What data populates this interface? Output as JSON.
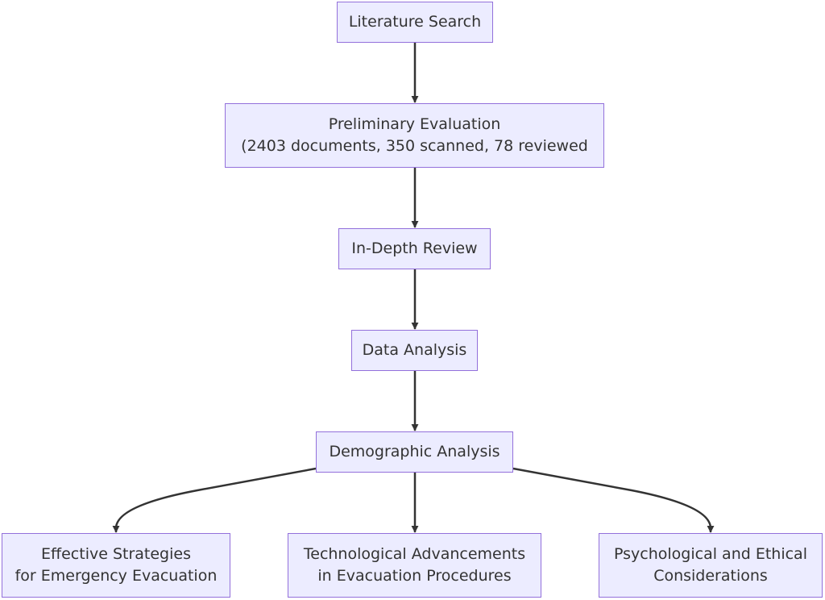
{
  "diagram": {
    "nodes": {
      "literature_search": "Literature Search",
      "preliminary_evaluation": {
        "line1": "Preliminary Evaluation",
        "line2": "(2403 documents, 350 scanned, 78 reviewed"
      },
      "in_depth_review": "In-Depth Review",
      "data_analysis": "Data Analysis",
      "demographic_analysis": "Demographic Analysis",
      "effective_strategies": {
        "line1": "Effective Strategies",
        "line2": "for Emergency Evacuation"
      },
      "technological_advancements": {
        "line1": "Technological Advancements",
        "line2": "in Evacuation Procedures"
      },
      "psychological_ethical": {
        "line1": "Psychological and Ethical",
        "line2": "Considerations"
      }
    },
    "edges": [
      {
        "from": "literature_search",
        "to": "preliminary_evaluation"
      },
      {
        "from": "preliminary_evaluation",
        "to": "in_depth_review"
      },
      {
        "from": "in_depth_review",
        "to": "data_analysis"
      },
      {
        "from": "data_analysis",
        "to": "demographic_analysis"
      },
      {
        "from": "demographic_analysis",
        "to": "effective_strategies"
      },
      {
        "from": "demographic_analysis",
        "to": "technological_advancements"
      },
      {
        "from": "demographic_analysis",
        "to": "psychological_ethical"
      }
    ],
    "colors": {
      "node_fill": "#ECECFF",
      "node_border": "#9370DB",
      "edge": "#333333",
      "text": "#333333"
    }
  }
}
